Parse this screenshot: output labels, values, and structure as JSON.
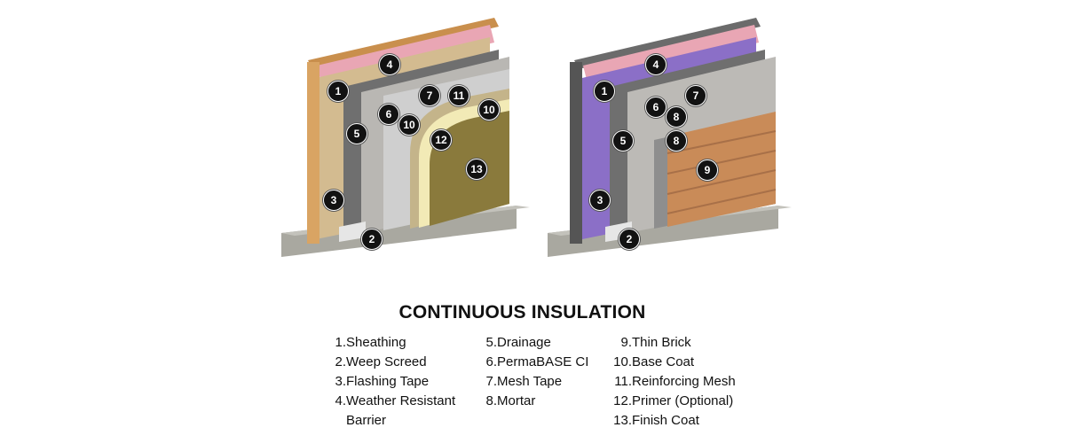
{
  "title": "CONTINUOUS INSULATION",
  "colors": {
    "stud_wood": "#d9a463",
    "sheathing": "#d3bb90",
    "barrier_pink": "#e9a6b4",
    "barrier_purple": "#8b6fc7",
    "drainage_mesh": "#6f6f6f",
    "board": "#b9b7b3",
    "mesh": "#cfcfcf",
    "primer": "#f2eab6",
    "finish": "#8a7a3c",
    "thin_brick": "#c98b58",
    "foundation": "#a9a8a0",
    "marker": "#121212"
  },
  "left_markers": [
    "1",
    "2",
    "3",
    "4",
    "5",
    "6",
    "7",
    "10",
    "11",
    "10",
    "12",
    "13"
  ],
  "right_markers": [
    "1",
    "2",
    "3",
    "4",
    "5",
    "6",
    "8",
    "7",
    "8",
    "9"
  ],
  "legend": {
    "col1": [
      {
        "num": "1.",
        "label": "Sheathing"
      },
      {
        "num": "2.",
        "label": "Weep Screed"
      },
      {
        "num": "3.",
        "label": "Flashing Tape"
      },
      {
        "num": "4.",
        "label": "Weather Resistant Barrier"
      }
    ],
    "col2": [
      {
        "num": "5.",
        "label": "Drainage"
      },
      {
        "num": "6.",
        "label": "PermaBASE CI"
      },
      {
        "num": "7.",
        "label": "Mesh Tape"
      },
      {
        "num": "8.",
        "label": "Mortar"
      }
    ],
    "col3": [
      {
        "num": "9.",
        "label": "Thin Brick"
      },
      {
        "num": "10.",
        "label": "Base Coat"
      },
      {
        "num": "11.",
        "label": "Reinforcing Mesh"
      },
      {
        "num": "12.",
        "label": "Primer (Optional)"
      },
      {
        "num": "13.",
        "label": "Finish Coat"
      }
    ]
  }
}
